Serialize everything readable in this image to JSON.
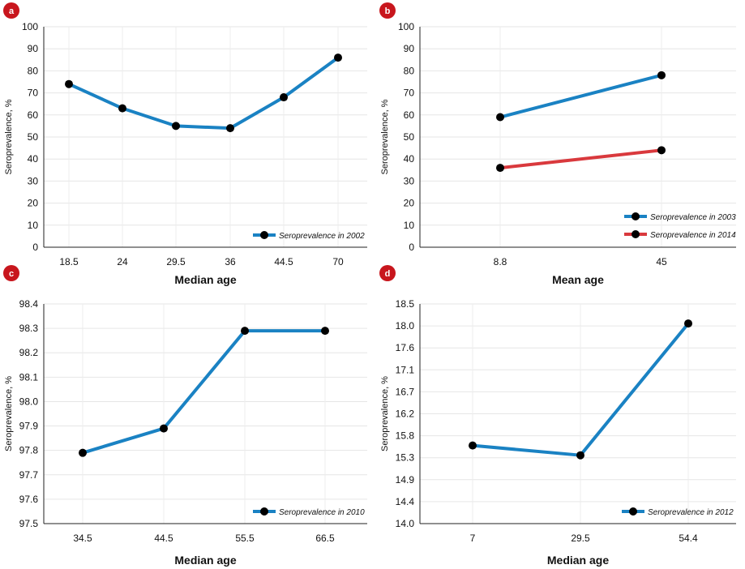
{
  "colors": {
    "blue": "#1a82c3",
    "red": "#d9393d",
    "marker": "#000000",
    "badge": "#c8161d"
  },
  "chart_data": [
    {
      "panel": "a",
      "type": "line",
      "xlabel": "Median age",
      "ylabel": "Seroprevalence, %",
      "categories": [
        "18.5",
        "24",
        "29.5",
        "36",
        "44.5",
        "70"
      ],
      "yticks": [
        "0",
        "10",
        "20",
        "30",
        "40",
        "50",
        "60",
        "70",
        "80",
        "90",
        "100"
      ],
      "ylim": [
        0,
        100
      ],
      "grid": true,
      "legend_position": "bottom-right",
      "series": [
        {
          "name": "Seroprevalence in 2002",
          "color": "#1a82c3",
          "values": [
            74,
            63,
            55,
            54,
            68,
            86
          ]
        }
      ]
    },
    {
      "panel": "b",
      "type": "line",
      "xlabel": "Mean age",
      "ylabel": "Seroprevalence, %",
      "categories": [
        "8.8",
        "45"
      ],
      "yticks": [
        "0",
        "10",
        "20",
        "30",
        "40",
        "50",
        "60",
        "70",
        "80",
        "90",
        "100"
      ],
      "ylim": [
        0,
        100
      ],
      "grid": true,
      "legend_position": "bottom-right",
      "series": [
        {
          "name": "Seroprevalence in 2003",
          "color": "#1a82c3",
          "values": [
            59,
            78
          ]
        },
        {
          "name": "Seroprevalence in 2014",
          "color": "#d9393d",
          "values": [
            36,
            44
          ]
        }
      ]
    },
    {
      "panel": "c",
      "type": "line",
      "xlabel": "Median age",
      "ylabel": "Seroprevalence, %",
      "categories": [
        "34.5",
        "44.5",
        "55.5",
        "66.5"
      ],
      "yticks": [
        "97.5",
        "97.6",
        "97.7",
        "97.8",
        "97.9",
        "98.0",
        "98.1",
        "98.2",
        "98.3",
        "98.4"
      ],
      "ylim": [
        97.5,
        98.4
      ],
      "grid": true,
      "legend_position": "bottom-right",
      "series": [
        {
          "name": "Seroprevalence in 2010",
          "color": "#1a82c3",
          "values": [
            97.79,
            97.89,
            98.29,
            98.29
          ]
        }
      ]
    },
    {
      "panel": "d",
      "type": "line",
      "xlabel": "Median age",
      "ylabel": "Seroprevalence, %",
      "categories": [
        "7",
        "29.5",
        "54.4"
      ],
      "yticks": [
        "14.0",
        "14.4",
        "14.9",
        "15.3",
        "15.8",
        "16.2",
        "16.7",
        "17.1",
        "17.6",
        "18.0",
        "18.5"
      ],
      "ylim": [
        14.0,
        18.5
      ],
      "grid": true,
      "legend_position": "bottom-right",
      "series": [
        {
          "name": "Seroprevalence in 2012",
          "color": "#1a82c3",
          "values": [
            15.6,
            15.4,
            18.1
          ]
        }
      ]
    }
  ]
}
